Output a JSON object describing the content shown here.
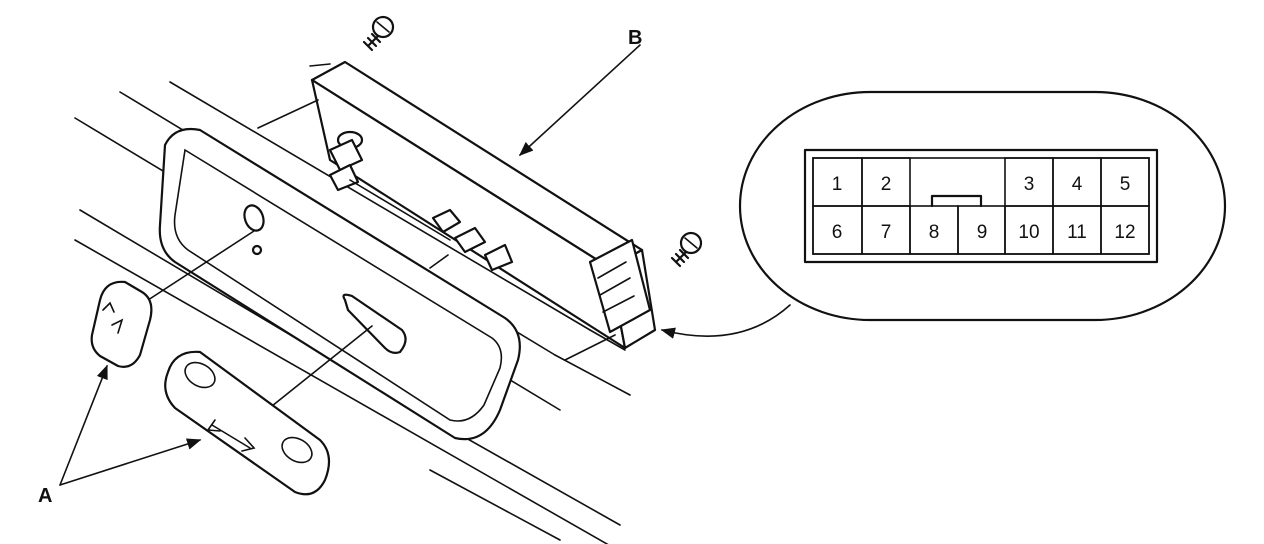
{
  "callouts": {
    "a": "A",
    "b": "B"
  },
  "connector": {
    "pins": [
      "1",
      "2",
      "3",
      "4",
      "5",
      "6",
      "7",
      "8",
      "9",
      "10",
      "11",
      "12"
    ]
  }
}
